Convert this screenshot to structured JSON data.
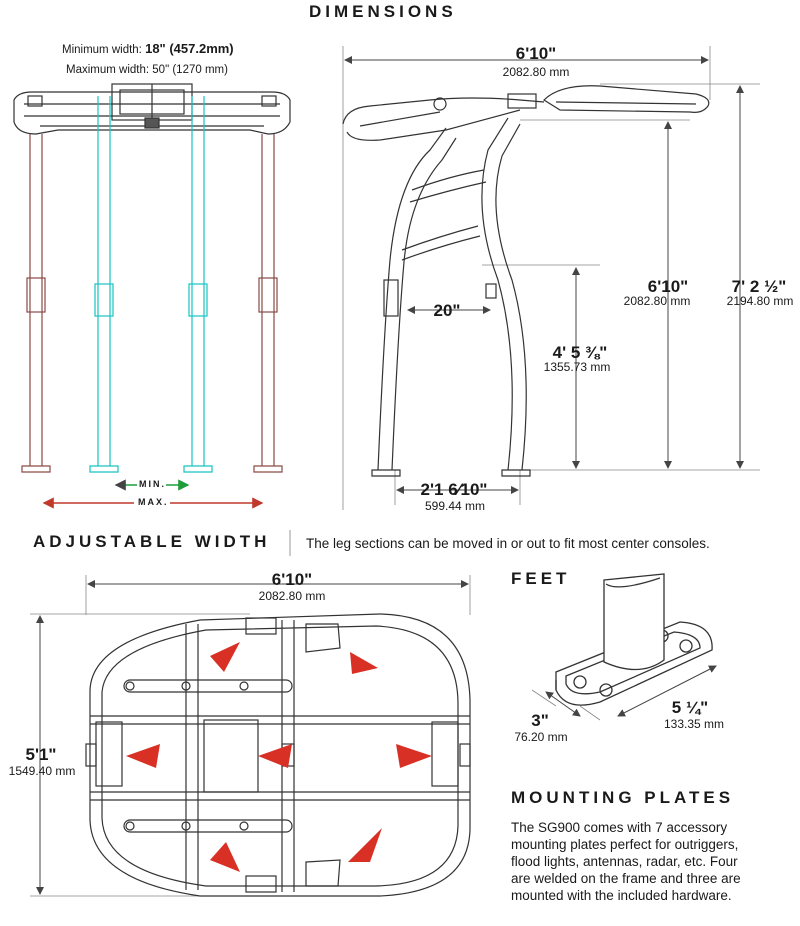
{
  "headings": {
    "dimensions": "DIMENSIONS",
    "adjustable_width": "ADJUSTABLE WIDTH",
    "feet": "FEET",
    "mounting_plates": "MOUNTING PLATES"
  },
  "front_view": {
    "min_width_label": "Minimum width:",
    "min_width_value": "18\" (457.2mm)",
    "max_width_label": "Maximum width:",
    "max_width_value": "50\" (1270 mm)",
    "min_marker": "MIN.",
    "max_marker": "MAX."
  },
  "side_view": {
    "top_length": "6'10\"",
    "top_length_mm": "2082.80 mm",
    "frame_height": "6'10\"",
    "frame_height_mm": "2082.80 mm",
    "total_height": "7' 2 ½\"",
    "total_height_mm": "2194.80 mm",
    "mid_width": "20\"",
    "lower_height": "4' 5 ⅜\"",
    "lower_height_mm": "1355.73 mm",
    "base_width": "2'1 6⁄10\"",
    "base_width_mm": "599.44 mm"
  },
  "adjustable": {
    "description": "The leg sections can be moved in or out to fit most center consoles."
  },
  "top_view": {
    "width": "6'10\"",
    "width_mm": "2082.80 mm",
    "depth": "5'1\"",
    "depth_mm": "1549.40 mm"
  },
  "feet_view": {
    "width": "3\"",
    "width_mm": "76.20 mm",
    "length": "5 ¼\"",
    "length_mm": "133.35 mm"
  },
  "mounting": {
    "description_lines": [
      "The SG900 comes with 7 accessory",
      "mounting plates perfect for outriggers,",
      "flood lights, antennas, radar, etc. Four",
      "are welded on the frame and three are",
      "mounted with the included hardware."
    ]
  },
  "colors": {
    "max_leg": "#c0392b",
    "min_leg": "#17c3c3",
    "arrow": "#d93025",
    "line": "#333333"
  }
}
